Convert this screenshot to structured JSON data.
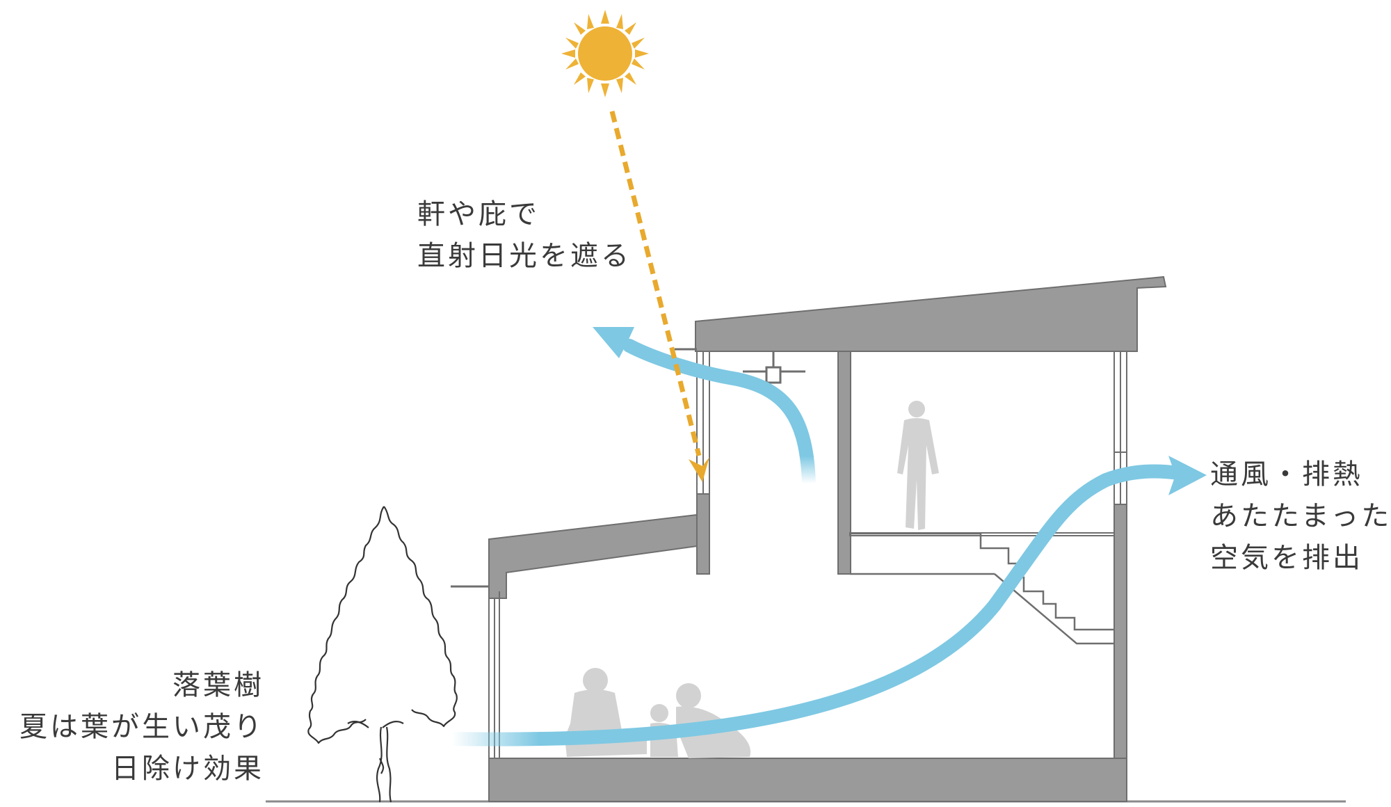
{
  "labels": {
    "eaves": [
      "軒や庇で",
      "直射日光を遮る"
    ],
    "ventilation": [
      "通風・排熱",
      "あたたまった",
      "空気を排出"
    ],
    "tree": [
      "落葉樹",
      "夏は葉が生い茂り",
      "日除け効果"
    ]
  },
  "colors": {
    "structure": "#9a9a9a",
    "outline": "#6e6e6e",
    "sun": "#eeb236",
    "sun_ray": "#e8a92d",
    "airflow": "#7ec8e3",
    "person": "#d2d2d2",
    "text": "#3a3a3a",
    "tree": "#333333"
  },
  "icons": {
    "sun": "sun-icon",
    "fan": "ceiling-fan-icon",
    "person": "person-silhouette-icon",
    "tree": "deciduous-tree-icon"
  }
}
